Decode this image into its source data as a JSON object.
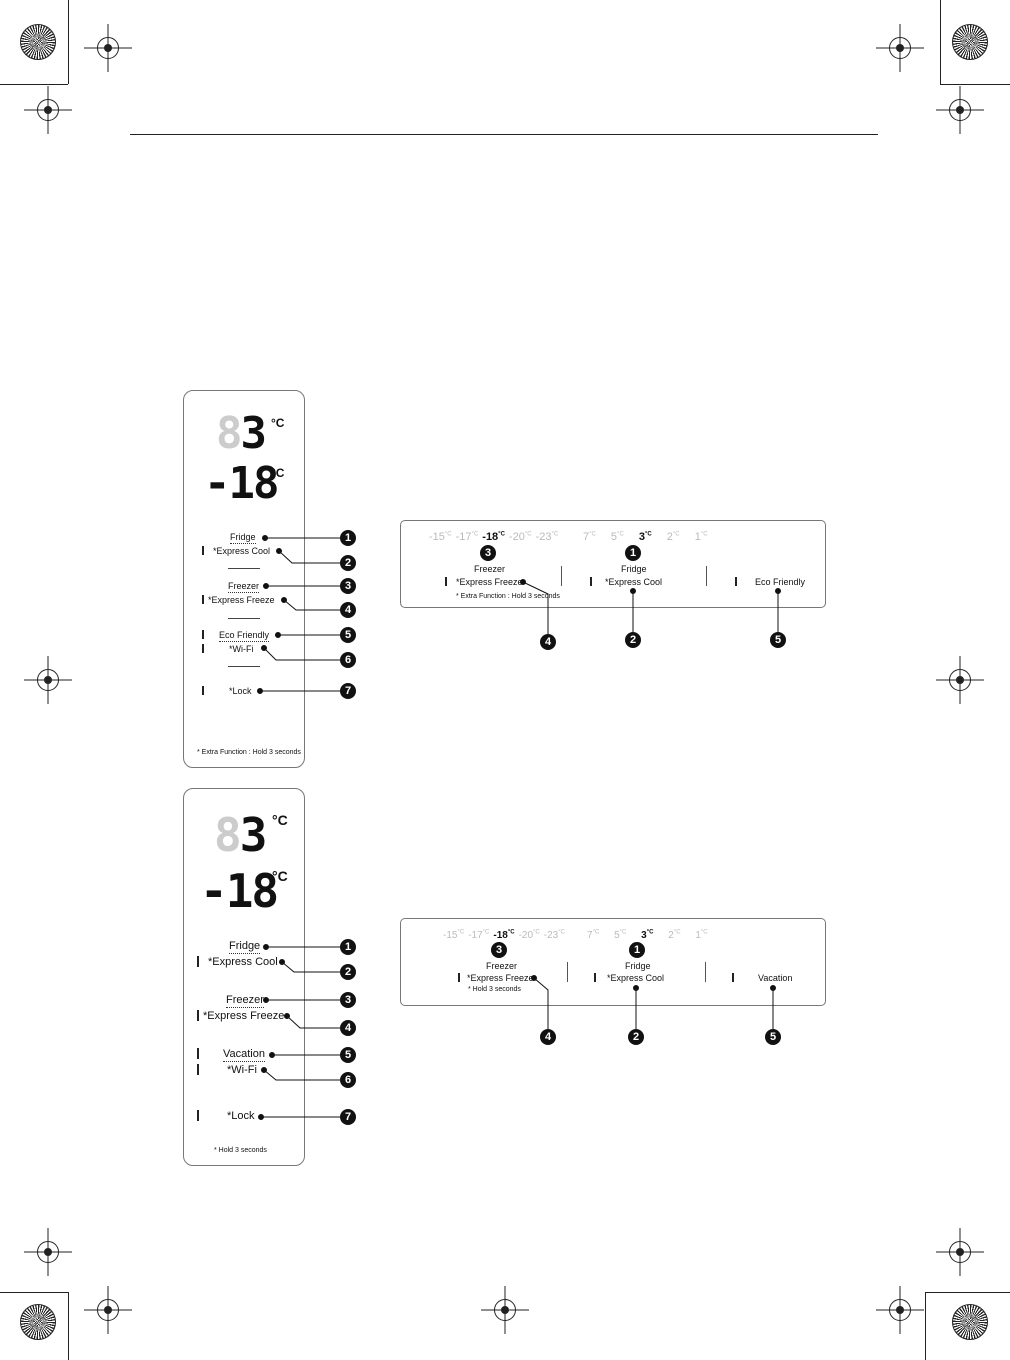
{
  "panel_vertical_a": {
    "display_top": "3",
    "display_top_unit": "°C",
    "display_bottom": "-18",
    "display_bottom_unit": "°C",
    "items": [
      {
        "n": "1",
        "label": "Fridge"
      },
      {
        "n": "2",
        "label": "*Express Cool"
      },
      {
        "n": "3",
        "label": "Freezer"
      },
      {
        "n": "4",
        "label": "*Express Freeze"
      },
      {
        "n": "5",
        "label": "Eco Friendly"
      },
      {
        "n": "6",
        "label": "*Wi-Fi"
      },
      {
        "n": "7",
        "label": "*Lock"
      }
    ],
    "note": "* Extra Function : Hold 3 seconds"
  },
  "panel_horizontal_a": {
    "freezer_scale": [
      "-15",
      "-17",
      "-18",
      "-20",
      "-23"
    ],
    "freezer_selected": "-18",
    "fridge_scale": [
      "7",
      "5",
      "3",
      "2",
      "1"
    ],
    "fridge_selected": "3",
    "unit": "°C",
    "freezer_label": "Freezer",
    "freezer_sub": "*Express Freeze",
    "fridge_label": "Fridge",
    "fridge_sub": "*Express Cool",
    "third_label": "Eco Friendly",
    "note": "* Extra Function : Hold 3 seconds",
    "callouts": [
      "3",
      "1",
      "4",
      "2",
      "5"
    ]
  },
  "panel_vertical_b": {
    "display_top": "3",
    "display_top_unit": "°C",
    "display_bottom": "-18",
    "display_bottom_unit": "°C",
    "items": [
      {
        "n": "1",
        "label": "Fridge"
      },
      {
        "n": "2",
        "label": "*Express Cool"
      },
      {
        "n": "3",
        "label": "Freezer"
      },
      {
        "n": "4",
        "label": "*Express Freeze"
      },
      {
        "n": "5",
        "label": "Vacation"
      },
      {
        "n": "6",
        "label": "*Wi-Fi"
      },
      {
        "n": "7",
        "label": "*Lock"
      }
    ],
    "note": "* Hold 3 seconds"
  },
  "panel_horizontal_b": {
    "freezer_scale": [
      "-15",
      "-17",
      "-18",
      "-20",
      "-23"
    ],
    "freezer_selected": "-18",
    "fridge_scale": [
      "7",
      "5",
      "3",
      "2",
      "1"
    ],
    "fridge_selected": "3",
    "unit": "°C",
    "freezer_label": "Freezer",
    "freezer_sub": "*Express Freeze",
    "fridge_label": "Fridge",
    "fridge_sub": "*Express Cool",
    "third_label": "Vacation",
    "note": "* Hold 3 seconds",
    "callouts": [
      "3",
      "1",
      "4",
      "2",
      "5"
    ]
  }
}
